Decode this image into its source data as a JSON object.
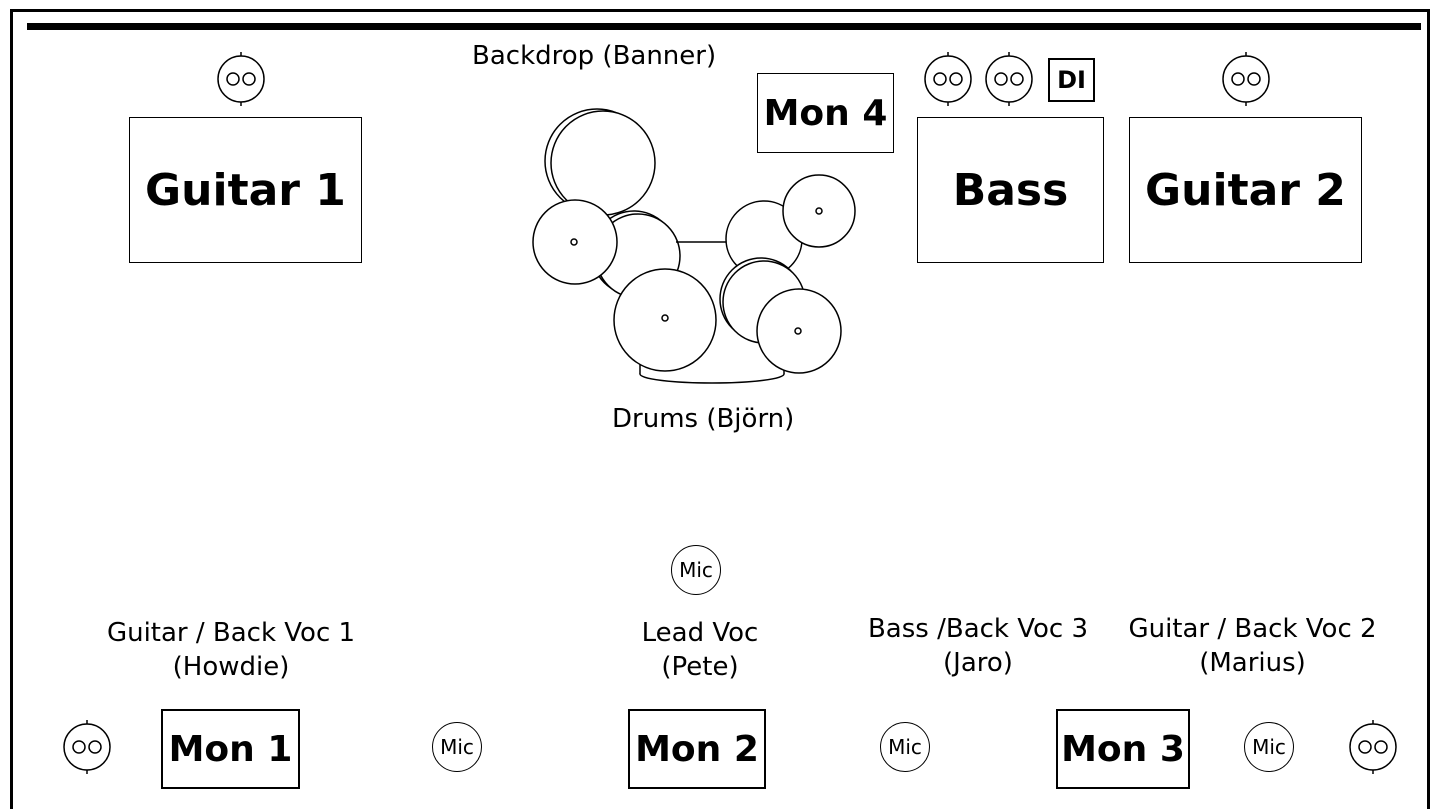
{
  "stage": {
    "backdrop_label": "Backdrop (Banner)",
    "amps": {
      "guitar1": "Guitar 1",
      "bass": "Bass",
      "guitar2": "Guitar 2",
      "di": "DI"
    },
    "monitors": {
      "mon1": "Mon 1",
      "mon2": "Mon 2",
      "mon3": "Mon 3",
      "mon4": "Mon 4"
    },
    "drums_label": "Drums (Björn)",
    "mic_label": "Mic",
    "positions": {
      "howdie": [
        "Guitar / Back Voc 1",
        "(Howdie)"
      ],
      "pete": [
        "Lead Voc",
        "(Pete)"
      ],
      "jaro": [
        "Bass /Back Voc 3",
        "(Jaro)"
      ],
      "marius": [
        "Guitar / Back Voc 2",
        "(Marius)"
      ]
    }
  }
}
